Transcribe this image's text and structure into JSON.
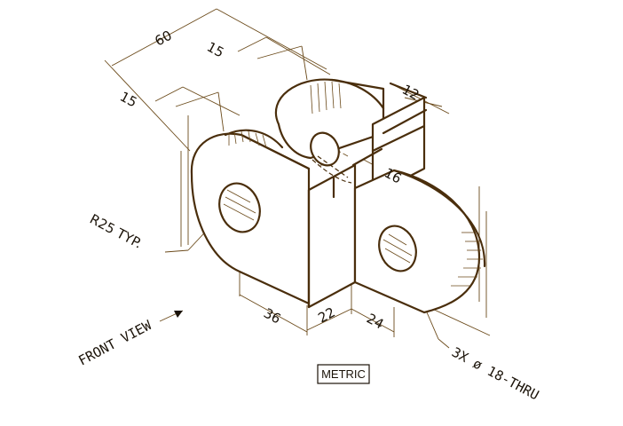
{
  "dimensions": {
    "overall_length": "60",
    "upper_offset": "15",
    "left_offset": "15",
    "thickness": "12",
    "slot_width": "16",
    "radius_note": "R25 TYP.",
    "base_left": "36",
    "base_middle": "22",
    "base_right": "24"
  },
  "notes": {
    "hole_note": "3X ø 18-THRU",
    "view_label": "FRONT VIEW",
    "units": "METRIC"
  },
  "colors": {
    "object_line": "#4a2e0c",
    "dimension_line": "#6b4a1a",
    "text": "#1a1208"
  }
}
